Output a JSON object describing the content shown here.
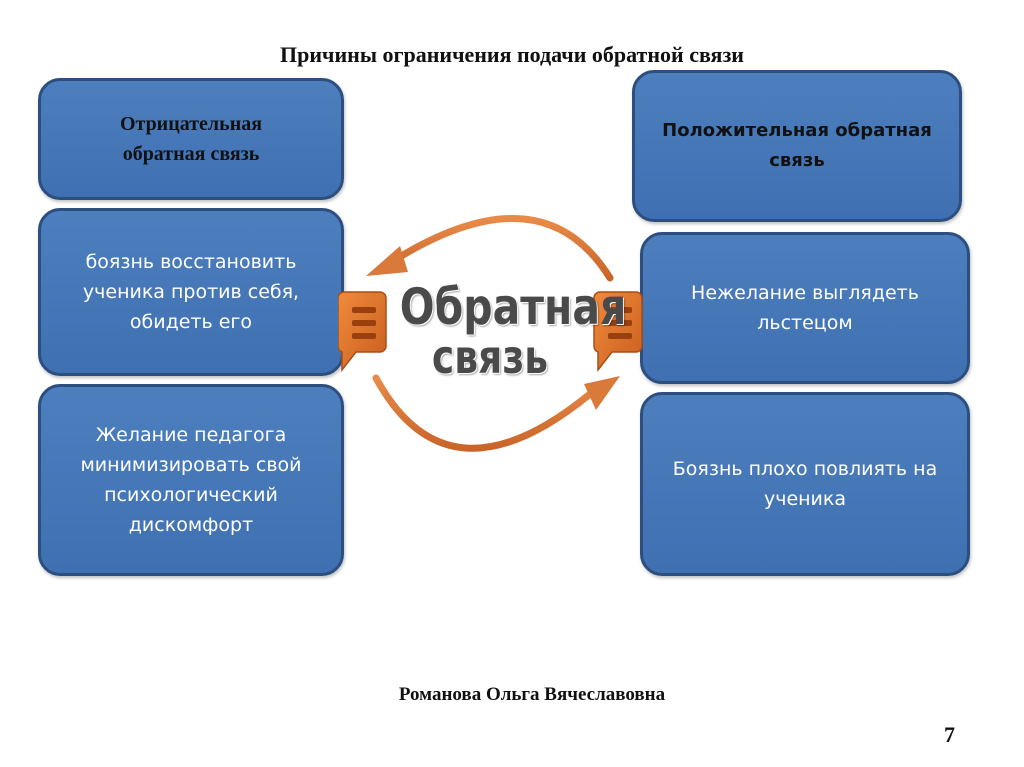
{
  "title": "Причины ограничения подачи обратной связи",
  "left_column": {
    "header": "Отрицательная\nобратная связь",
    "items": [
      "боязнь восстановить\nученика против себя,\nобидеть его",
      "Желание педагога\nминимизировать свой\nпсихологический\nдискомфорт"
    ]
  },
  "right_column": {
    "header": "Положительная обратная\nсвязь",
    "items": [
      "Нежелание выглядеть\nльстецом",
      "Боязнь плохо повлиять на\nученика"
    ]
  },
  "center": {
    "line1": "Обратная",
    "line2": "связь"
  },
  "footer": {
    "author": "Романова Ольга Вячеславовна",
    "page_number": "7"
  },
  "colors": {
    "box_fill": "#4a7cbd",
    "box_border": "#2c4f80",
    "arrow": "#d9793a",
    "bubble": "#e07a2e"
  },
  "icons": [
    "speech-bubble-icon",
    "curved-arrow-icon"
  ]
}
